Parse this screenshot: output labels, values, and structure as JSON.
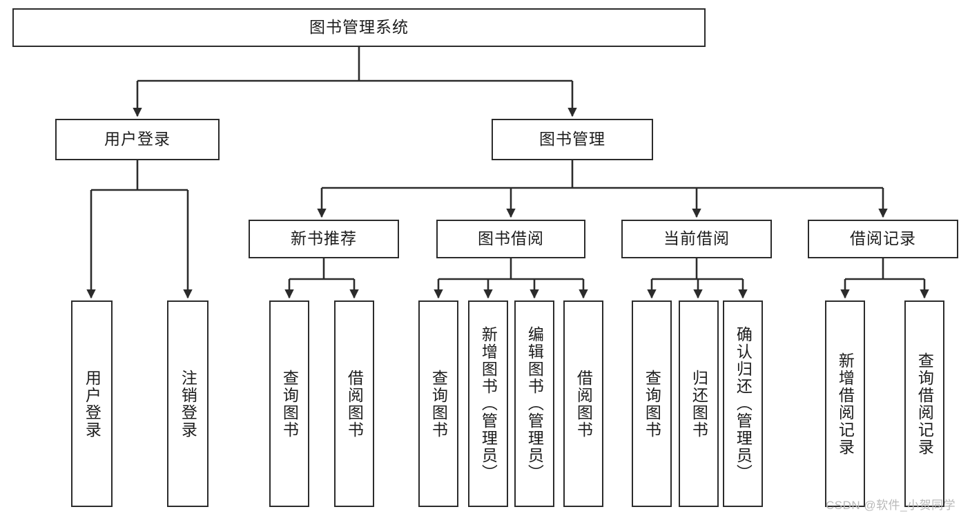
{
  "diagram": {
    "title": "图书管理系统",
    "root": {
      "label": "图书管理系统"
    },
    "level2": [
      {
        "label": "用户登录"
      },
      {
        "label": "图书管理"
      }
    ],
    "level3": [
      {
        "label": "新书推荐"
      },
      {
        "label": "图书借阅"
      },
      {
        "label": "当前借阅"
      },
      {
        "label": "借阅记录"
      }
    ],
    "leaves": {
      "user_login": [
        {
          "label": "用户登录"
        },
        {
          "label": "注销登录"
        }
      ],
      "new_book_recommend": [
        {
          "label": "查询图书"
        },
        {
          "label": "借阅图书"
        }
      ],
      "book_borrow": [
        {
          "label": "查询图书"
        },
        {
          "label": "新增图书（管理员）"
        },
        {
          "label": "编辑图书（管理员）"
        },
        {
          "label": "借阅图书"
        }
      ],
      "current_borrow": [
        {
          "label": "查询图书"
        },
        {
          "label": "归还图书"
        },
        {
          "label": "确认归还（管理员）"
        }
      ],
      "borrow_record": [
        {
          "label": "新增借阅记录"
        },
        {
          "label": "查询借阅记录"
        }
      ]
    }
  },
  "watermark": {
    "text": "CSDN @软件_小贺同学"
  },
  "colors": {
    "border": "#2b2b2b",
    "text": "#1c1c1c",
    "background": "#ffffff",
    "watermark": "#b9b9b9"
  }
}
